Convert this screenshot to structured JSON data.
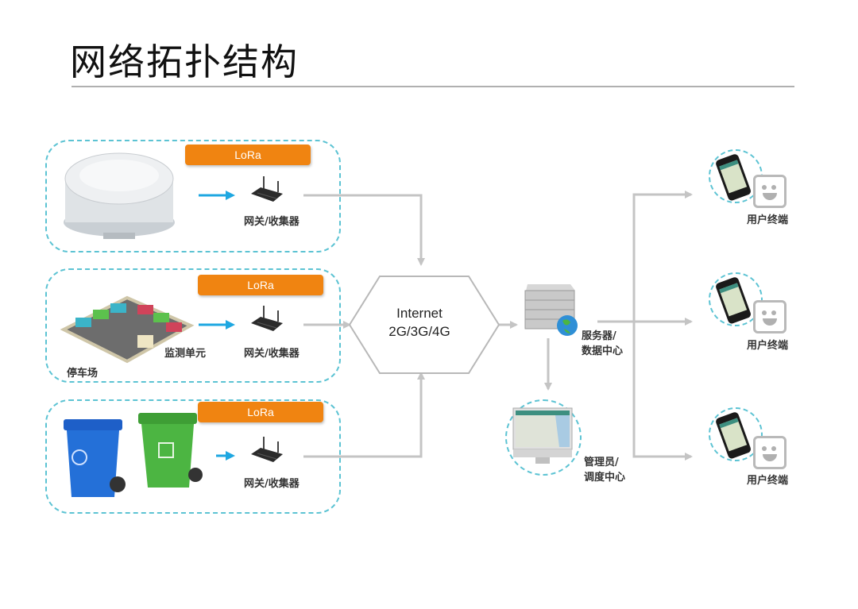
{
  "title": "网络拓扑结构",
  "sources": [
    {
      "id": "sensor",
      "protocol": "LoRa",
      "gateway_label": "网关/收集器",
      "device": "geomagnetic-sensor"
    },
    {
      "id": "parking",
      "protocol": "LoRa",
      "gateway_label": "网关/收集器",
      "monitor_label": "监测单元",
      "area_label": "停车场",
      "device": "parking-lot"
    },
    {
      "id": "bins",
      "protocol": "LoRa",
      "gateway_label": "网关/收集器",
      "device": "trash-bins"
    }
  ],
  "network": {
    "line1": "Internet",
    "line2": "2G/3G/4G"
  },
  "server": {
    "line1": "服务器/",
    "line2": "数据中心"
  },
  "admin": {
    "line1": "管理员/",
    "line2": "调度中心"
  },
  "terminals": [
    {
      "label": "用户终端"
    },
    {
      "label": "用户终端"
    },
    {
      "label": "用户终端"
    }
  ],
  "colors": {
    "accent_orange": "#f08411",
    "dashed_teal": "#5cc3d3",
    "flow_gray": "#c4c4c4",
    "arrow_blue": "#1ea7e1"
  }
}
